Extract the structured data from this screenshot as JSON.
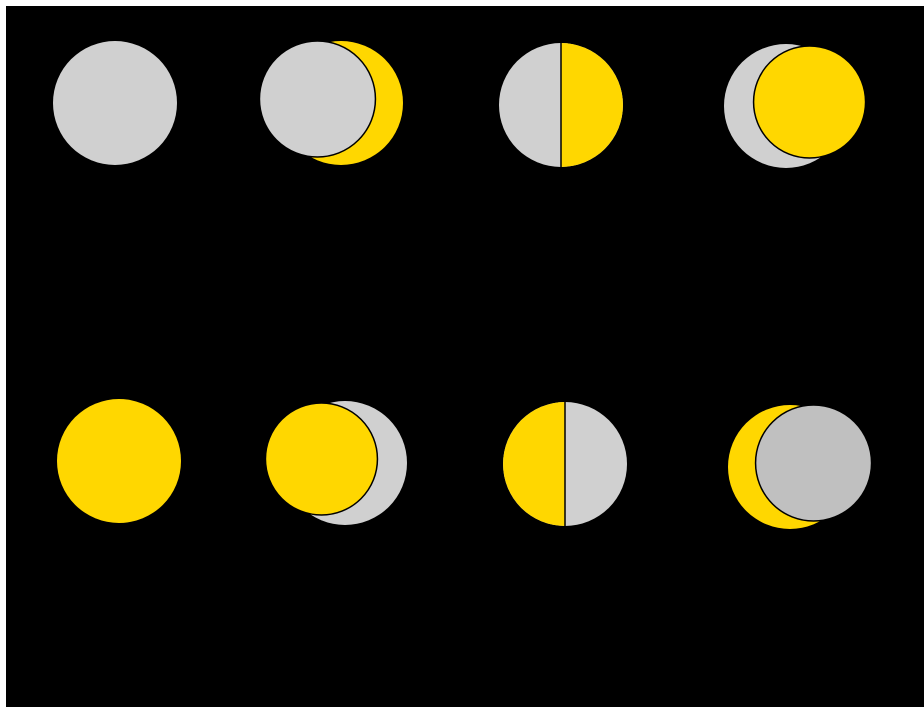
{
  "colors": {
    "background": "#000000",
    "page_border": "#ffffff",
    "dark_gray": "#d0d0d0",
    "dark_gray_alt": "#c0c0c0",
    "lit_yellow": "#ffd700",
    "outline": "#000000"
  },
  "phases": [
    {
      "name": "new-moon",
      "illumination": 0.0,
      "waxing": true
    },
    {
      "name": "waxing-crescent",
      "illumination": 0.25,
      "waxing": true
    },
    {
      "name": "first-quarter",
      "illumination": 0.5,
      "waxing": true
    },
    {
      "name": "waxing-gibbous",
      "illumination": 0.75,
      "waxing": true
    },
    {
      "name": "full-moon",
      "illumination": 1.0,
      "waxing": true
    },
    {
      "name": "waning-gibbous",
      "illumination": 0.75,
      "waxing": false
    },
    {
      "name": "last-quarter",
      "illumination": 0.5,
      "waxing": false
    },
    {
      "name": "waning-crescent",
      "illumination": 0.25,
      "waxing": false
    }
  ]
}
